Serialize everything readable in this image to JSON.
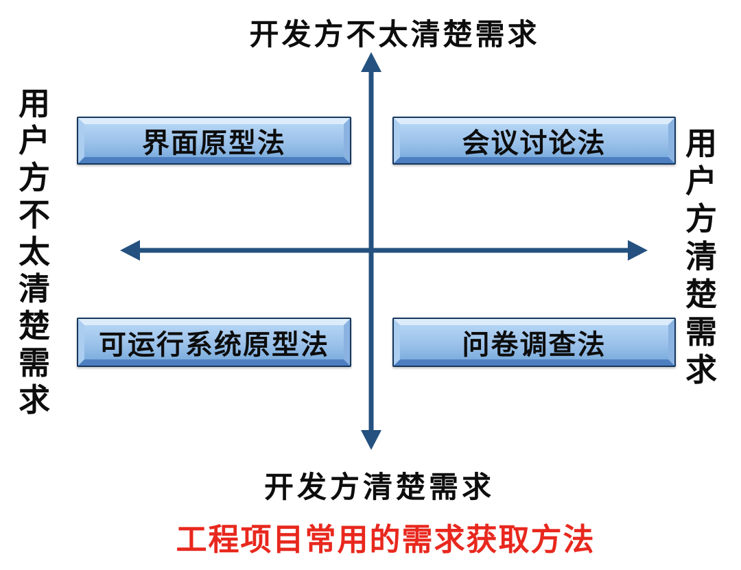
{
  "diagram": {
    "title": "工程项目常用的需求获取方法",
    "axes": {
      "top": "开发方不太清楚需求",
      "bottom": "开发方清楚需求",
      "left": "用户方不太清楚需求",
      "right": "用户方清楚需求"
    },
    "quadrants": {
      "top_left": "界面原型法",
      "top_right": "会议讨论法",
      "bottom_left": "可运行系统原型法",
      "bottom_right": "问卷调查法"
    },
    "colors": {
      "axis": "#24517f",
      "box_face_top": "#b3d4f4",
      "box_face_bottom": "#7daede",
      "box_border": "#16365c",
      "title_red": "#e8281e",
      "text": "#0d0d0d"
    }
  }
}
